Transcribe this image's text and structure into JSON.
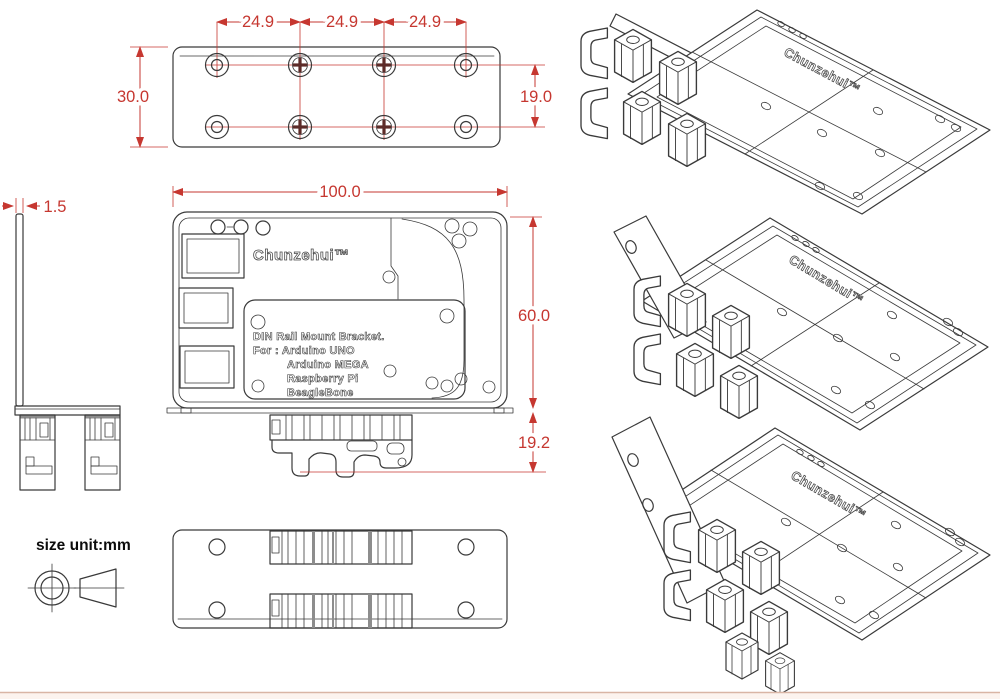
{
  "colors": {
    "drawing_line": "#3a3a3a",
    "dimension_red": "#c63730",
    "footer_line": "#d9b5a5",
    "footer_bg": "#fcf3ee"
  },
  "brand": "Chunzehui™",
  "note": {
    "line1": "DIN Rail Mount Bracket.",
    "line2": "For :  Arduino UNO",
    "line3": "Arduino MEGA",
    "line4": "Raspberry Pi",
    "line5": "BeagleBone"
  },
  "unit_note": "size unit:mm",
  "dims": {
    "spacing1": "24.9",
    "spacing2": "24.9",
    "spacing3": "24.9",
    "height": "30.0",
    "row_gap": "19.0",
    "thickness": "1.5",
    "width": "100.0",
    "plate_height": "60.0",
    "rail_height": "19.2"
  }
}
